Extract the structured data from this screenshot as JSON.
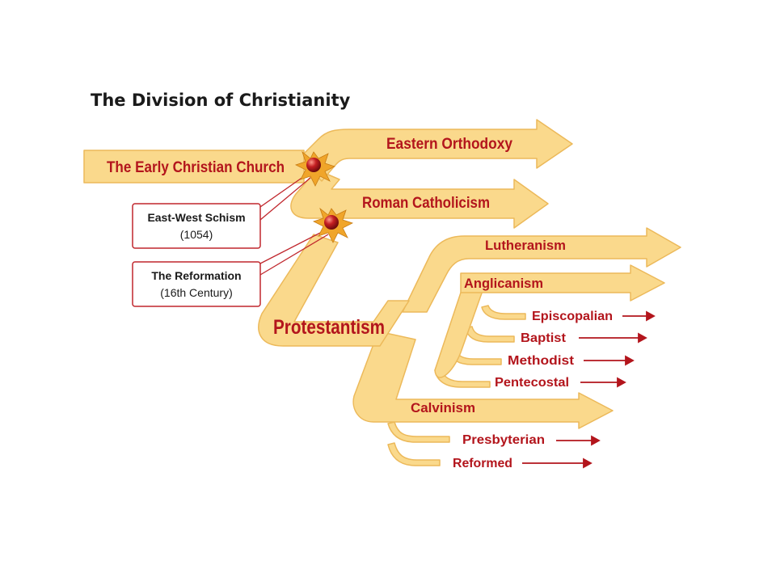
{
  "title": "The Division of Christianity",
  "branches": {
    "early_church": "The Early Christian Church",
    "eastern_orthodoxy": "Eastern Orthodoxy",
    "roman_catholicism": "Roman Catholicism",
    "protestantism": "Protestantism",
    "lutheranism": "Lutheranism",
    "anglicanism": "Anglicanism",
    "episcopalian": "Episcopalian",
    "baptist": "Baptist",
    "methodist": "Methodist",
    "pentecostal": "Pentecostal",
    "calvinism": "Calvinism",
    "presbyterian": "Presbyterian",
    "reformed": "Reformed"
  },
  "events": {
    "schism": {
      "name": "East-West Schism",
      "date": "(1054)"
    },
    "reformation": {
      "name": "The Reformation",
      "date": "(16th Century)"
    }
  },
  "colors": {
    "band": "#fad98c",
    "band_edge": "#ecb95a",
    "label": "#b3151c",
    "callout_border": "#c0272d",
    "marker": "#b8161c",
    "burst": "#f0a52a"
  }
}
